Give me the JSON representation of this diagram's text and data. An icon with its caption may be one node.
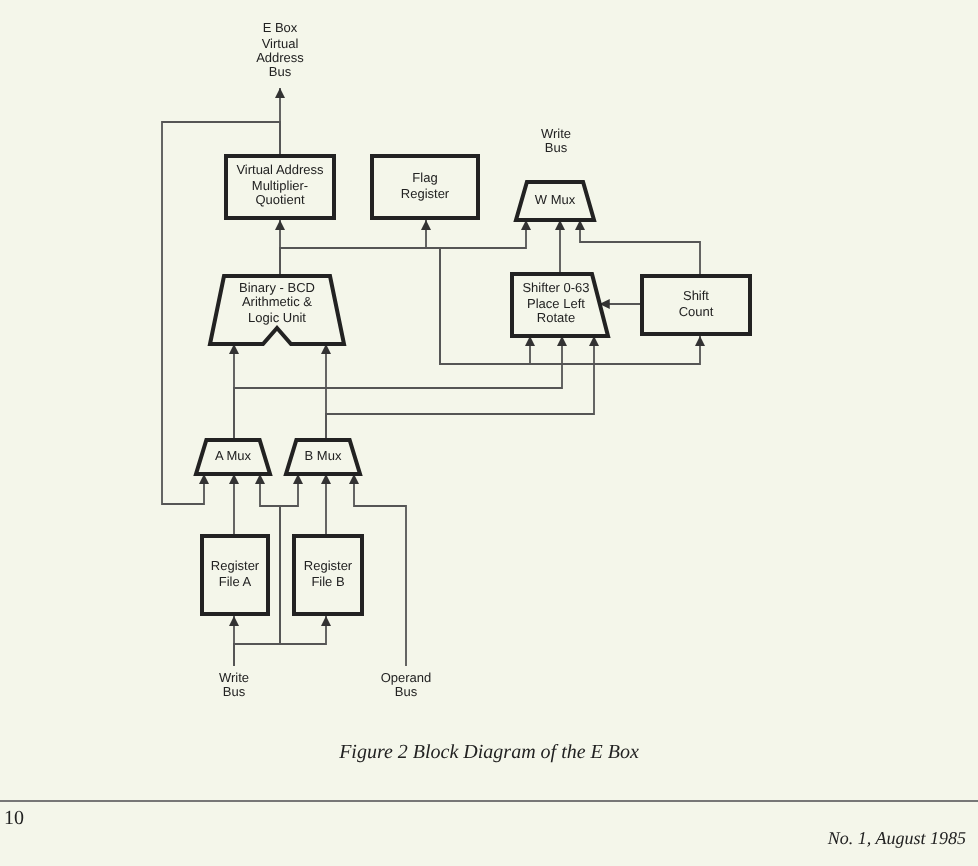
{
  "diagram": {
    "caption": "Figure 2 Block Diagram of the E Box",
    "nodes": [
      {
        "text": [
          "E Box Virtual Address Bus"
        ]
      },
      {
        "text": [
          "Virtual Address Multiplier-Quotient"
        ]
      },
      {
        "text": [
          "Flag Register"
        ]
      },
      {
        "text": [
          "Write Bus"
        ]
      },
      {
        "text": [
          "W Mux"
        ]
      },
      {
        "text": [
          "Binary - BCD Arithmetic & Logic Unit"
        ]
      },
      {
        "text": [
          "Shifter 0-63 Place Left Rotate"
        ]
      },
      {
        "text": [
          "Shift Count"
        ]
      },
      {
        "text": [
          "A Mux"
        ]
      },
      {
        "text": [
          "B Mux"
        ]
      },
      {
        "text": [
          "Register File A"
        ]
      },
      {
        "text": [
          "Register File B"
        ]
      },
      {
        "text": [
          "Write Bus"
        ]
      },
      {
        "text": [
          "Operand Bus"
        ]
      }
    ],
    "edges": [
      {
        "from": 1,
        "to": 0,
        "arrow": "to"
      },
      {
        "from": 5,
        "to": 1,
        "arrow": "to"
      },
      {
        "from": 1,
        "to": 8,
        "arrow": "to"
      },
      {
        "from": 5,
        "to": 2,
        "arrow": "to"
      },
      {
        "from": 5,
        "to": 4,
        "arrow": "to"
      },
      {
        "from": 5,
        "to": 6,
        "arrow": "to"
      },
      {
        "from": 5,
        "to": 7,
        "arrow": "to"
      },
      {
        "from": 6,
        "to": 4,
        "arrow": "to"
      },
      {
        "from": 7,
        "to": 4,
        "arrow": "to"
      },
      {
        "from": 7,
        "to": 6,
        "arrow": "to"
      },
      {
        "from": 8,
        "to": 5,
        "arrow": "to"
      },
      {
        "from": 8,
        "to": 6,
        "arrow": "to"
      },
      {
        "from": 9,
        "to": 5,
        "arrow": "to"
      },
      {
        "from": 9,
        "to": 6,
        "arrow": "to"
      },
      {
        "from": 10,
        "to": 8,
        "arrow": "to"
      },
      {
        "from": 11,
        "to": 9,
        "arrow": "to"
      },
      {
        "from": 12,
        "to": 10,
        "arrow": "to"
      },
      {
        "from": 12,
        "to": 11,
        "arrow": "to"
      },
      {
        "from": 12,
        "to": 8,
        "arrow": "to"
      },
      {
        "from": 12,
        "to": 9,
        "arrow": "to"
      },
      {
        "from": 13,
        "to": 9,
        "arrow": "to"
      }
    ],
    "labels": [
      "10",
      "No. 1, August 1985"
    ]
  }
}
